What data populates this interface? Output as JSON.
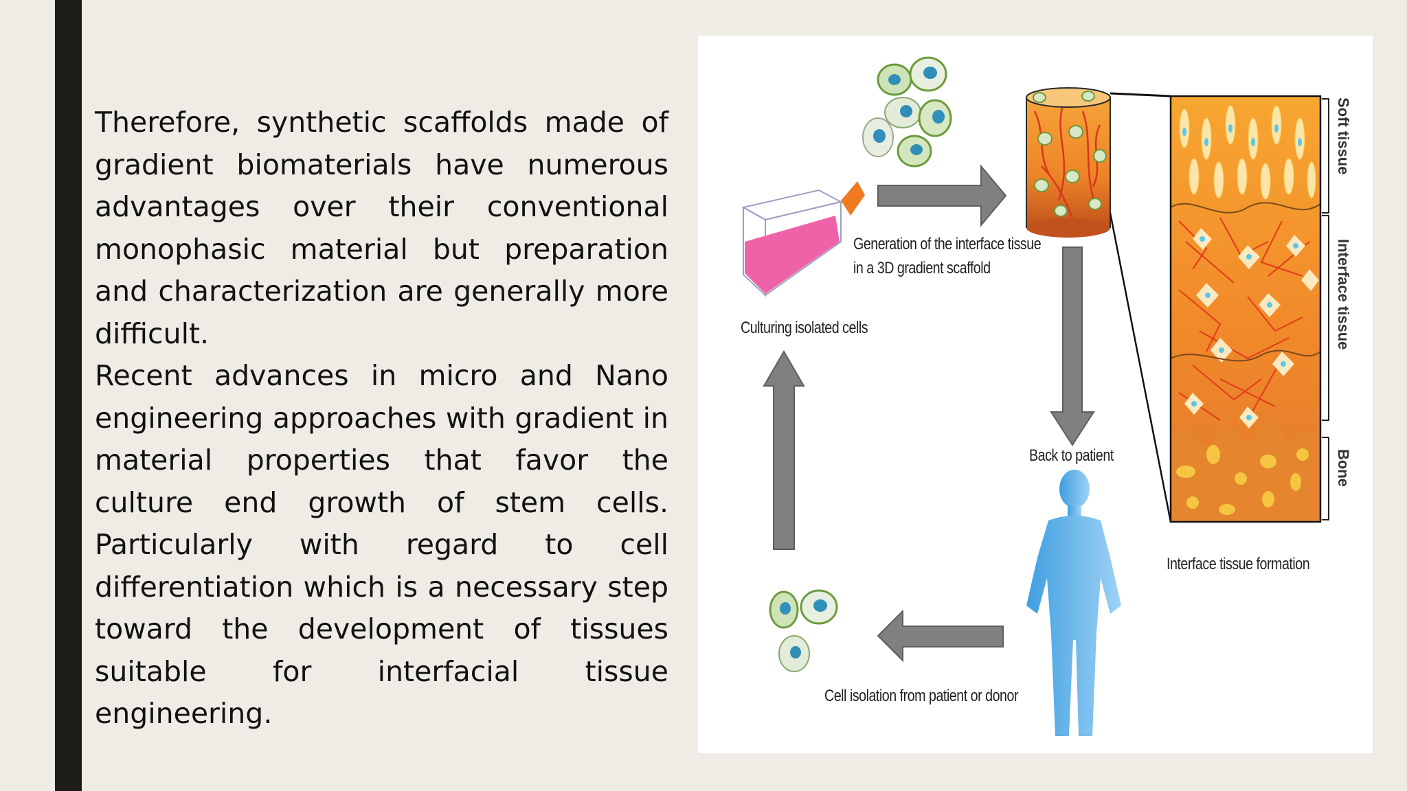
{
  "slide": {
    "paragraph_1": "Therefore, synthetic scaffolds made of gradient biomaterials have numerous advantages over their conventional monophasic material but preparation and characterization are generally more difficult.",
    "paragraph_2": "Recent advances in micro and Nano engineering approaches with gradient in material properties that favor the culture end growth of stem cells. Particularly with regard to cell differentiation which is a necessary step toward the development of tissues suitable for interfacial tissue engineering."
  },
  "figure": {
    "label_generation_1": "Generation of the interface tissue",
    "label_generation_2": "in a 3D gradient scaffold",
    "label_culturing": "Culturing isolated cells",
    "label_back": "Back to patient",
    "label_isolation": "Cell isolation from patient or donor",
    "label_formation": "Interface tissue formation",
    "label_soft": "Soft tissue",
    "label_interface": "Interface tissue",
    "label_bone": "Bone"
  },
  "colors": {
    "accent_bar": "#1c1d18",
    "background": "#efece6",
    "arrow": "#7f7f80",
    "flask_pink": "#ec5fa3",
    "scaffold_orange": "#f39a2e",
    "human_blue": "#5aaee6"
  }
}
